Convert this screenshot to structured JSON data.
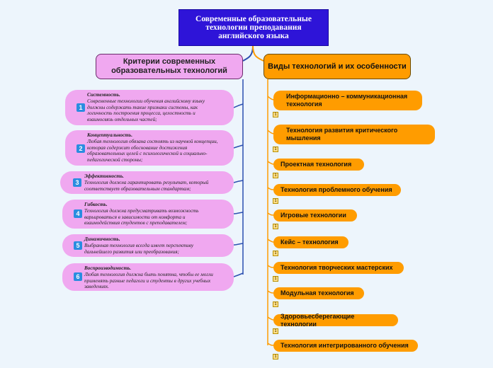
{
  "root": {
    "title": "Современные образовательные технологии преподавания английского языка"
  },
  "left": {
    "title": "Критерии современных образовательных технологий",
    "items": [
      {
        "num": "1",
        "title": "Системность.",
        "text": "Современные технологии обучения английскому языку должны содержать такие признаки системы, как логичность построения процесса, целостность и взаимосвязь отдельных частей;"
      },
      {
        "num": "2",
        "title": "Концептуальность.",
        "text": "Любая технология обязана состоять из научной концепции, которая содержит обоснование достижения образовательных целей с психологической и социально-педагогической стороны;"
      },
      {
        "num": "3",
        "title": "Эффективность.",
        "text": "Технология должна гарантировать результат, который соответствует образовательным стандартам;"
      },
      {
        "num": "4",
        "title": "Гибкость.",
        "text": "Технология должна предусматривать возможность варьироваться в зависимости от комфорта и взаимодействия студентов с преподавателем;"
      },
      {
        "num": "5",
        "title": "Динамичность.",
        "text": "Выбранная технология всегда имеет перспективу дальнейшего развития или преобразования;"
      },
      {
        "num": "6",
        "title": "Воспроизводимость.",
        "text": "Любая технология должна быть понятна, чтобы ее могли применять разные педагоги и студенты в других учебных заведениях."
      }
    ]
  },
  "right": {
    "title": "Виды технологий и их особенности",
    "note_label": "1",
    "items": [
      "Информационно – коммуникационная технология",
      "Технология развития критического мышления",
      "Проектная технология",
      "Технология проблемного обучения",
      "Игровые технологии",
      "Кейс – технология",
      "Технология творческих мастерских",
      "Модульная технология",
      "Здоровьесберегающие технологии",
      "Технология интегрированного обучения"
    ]
  },
  "colors": {
    "root": "#2e14d8",
    "left": "#f0a8f0",
    "right": "#ff9c00",
    "left_line": "#2b4fb0",
    "right_line": "#ff9c00",
    "badge": "#2a8de0"
  }
}
